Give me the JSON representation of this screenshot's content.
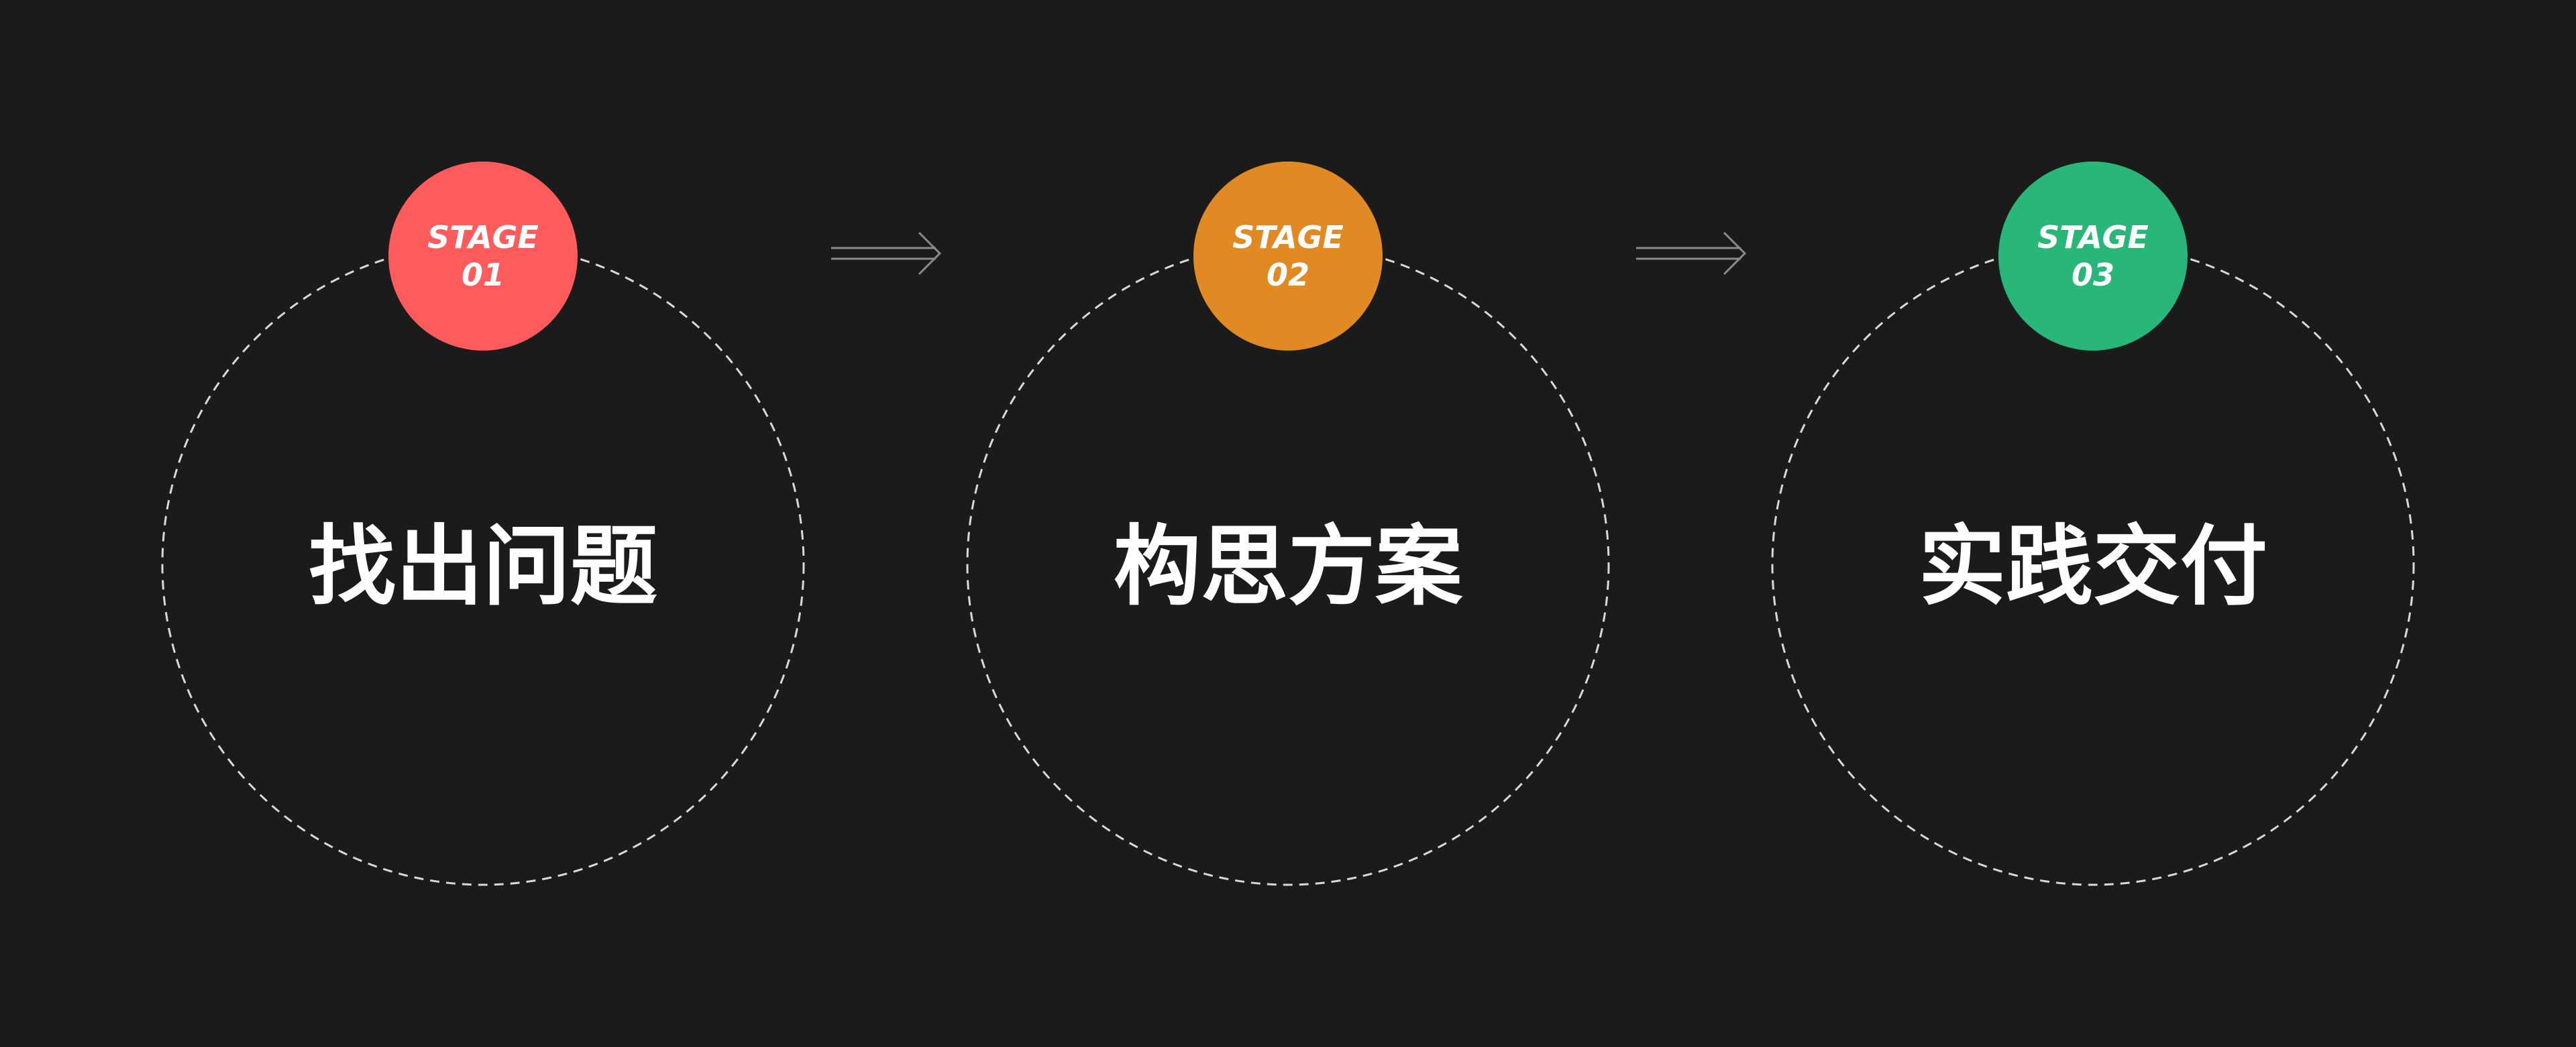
{
  "stages": [
    {
      "label": "STAGE",
      "number": "01",
      "title": "找出问题",
      "color": "#fe5c5c"
    },
    {
      "label": "STAGE",
      "number": "02",
      "title": "构思方案",
      "color": "#e18a24"
    },
    {
      "label": "STAGE",
      "number": "03",
      "title": "实践交付",
      "color": "#28b779"
    }
  ],
  "ring_color": "#d9d9d9",
  "arrow_color": "#8a8a8a",
  "arrow_icon": "double-line-right-arrow-icon"
}
